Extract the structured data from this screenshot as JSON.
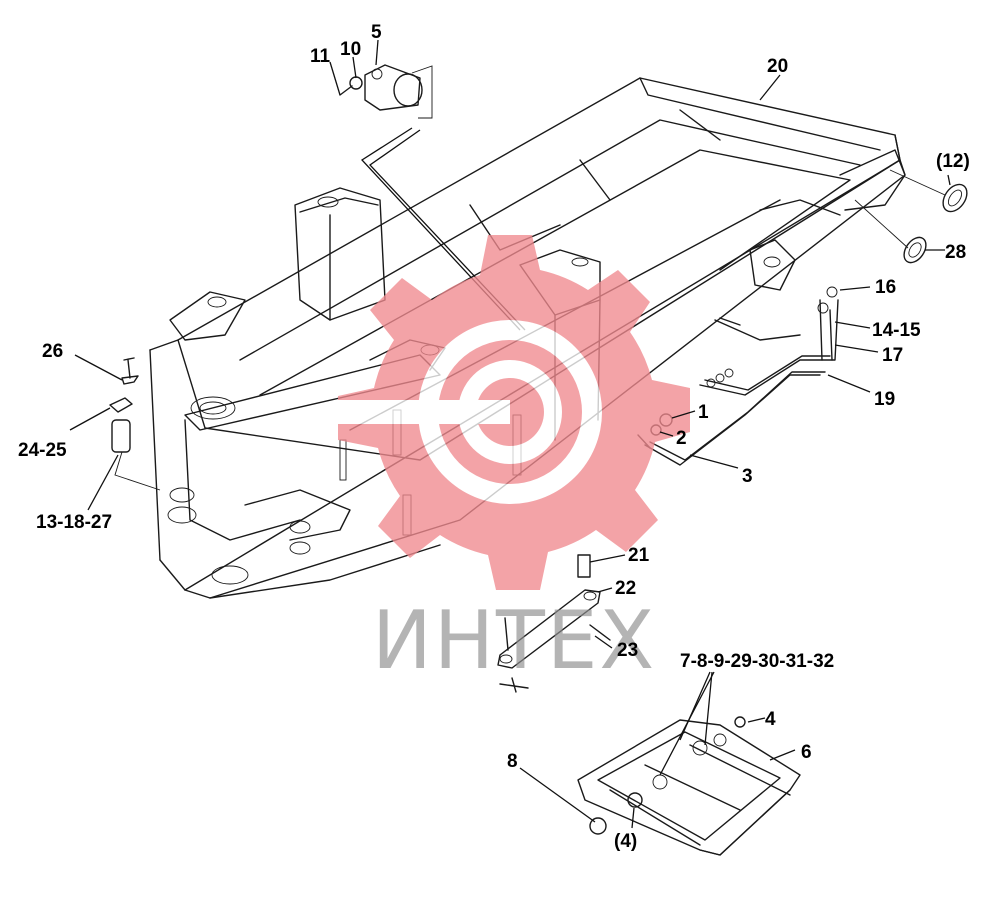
{
  "diagram": {
    "labels": {
      "l1": "1",
      "l2": "2",
      "l3": "3",
      "l4": "4",
      "l4b": "(4)",
      "l5": "5",
      "l6": "6",
      "l7": "7-8-9-29-30-31-32",
      "l8": "8",
      "l10": "10",
      "l11": "11",
      "l12": "(12)",
      "l13": "13-18-27",
      "l14": "14-15",
      "l16": "16",
      "l17": "17",
      "l19": "19",
      "l20": "20",
      "l21": "21",
      "l22": "22",
      "l23": "23",
      "l24": "24-25",
      "l26": "26",
      "l28": "28"
    },
    "watermark": {
      "text": "ИНТЕХ",
      "gear_color": "#f08a8f",
      "text_color": "#8e8e8e"
    }
  }
}
